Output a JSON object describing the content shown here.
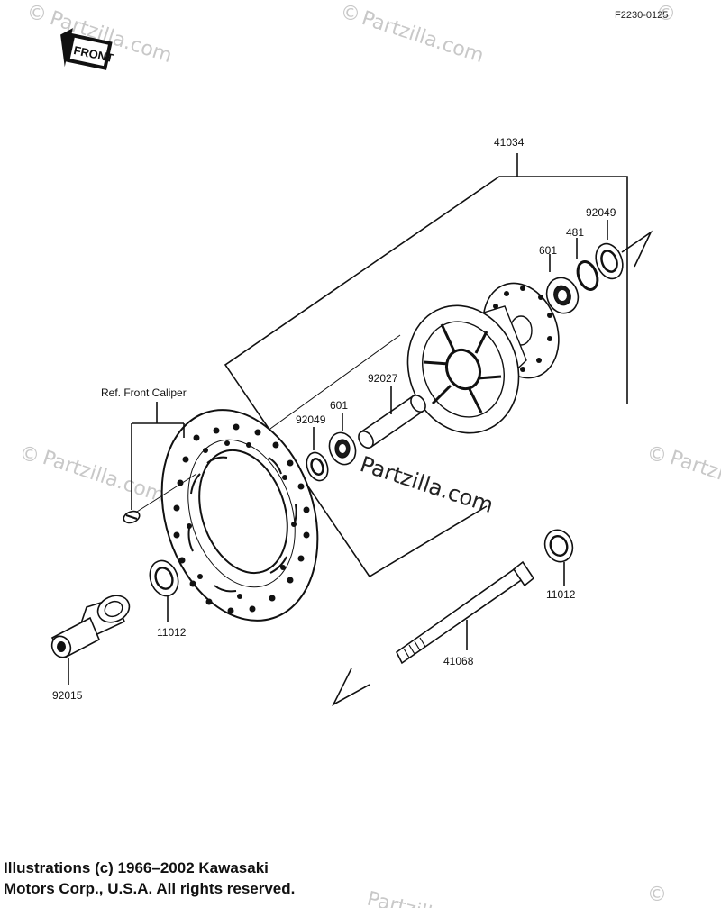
{
  "figure_code": "F2230-0125",
  "front_badge": "FRONT",
  "labels": {
    "p41034": "41034",
    "p92049_top": "92049",
    "p481": "481",
    "p601_top": "601",
    "p92027": "92027",
    "p601_bottom": "601",
    "p92049_bottom": "92049",
    "ref_caliper": "Ref. Front Caliper",
    "p11012_left": "11012",
    "p11012_right": "11012",
    "p41068": "41068",
    "p92015": "92015"
  },
  "watermark": {
    "text": "Partzilla.com",
    "center_text": "Partzilla.com"
  },
  "copyright": {
    "line1": "Illustrations (c) 1966–2002 Kawasaki",
    "line2": "Motors Corp., U.S.A.  All rights reserved."
  }
}
